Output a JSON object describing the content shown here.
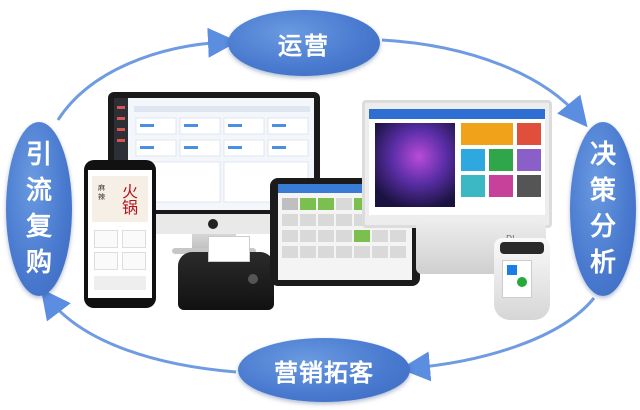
{
  "cycle": {
    "top": "运营",
    "right": [
      "决",
      "策",
      "分",
      "析"
    ],
    "bottom": "营销拓客",
    "left": [
      "引",
      "流",
      "复",
      "购"
    ]
  },
  "devices": {
    "phone": {
      "poster_big": [
        "火",
        "锅"
      ],
      "poster_small": [
        "麻",
        "辣"
      ]
    },
    "pos_base_brand": "DL"
  },
  "colors": {
    "ellipse": "#4a7bd0",
    "arrow": "#5b8ee0",
    "screen_accent": "#2e6ed2"
  }
}
